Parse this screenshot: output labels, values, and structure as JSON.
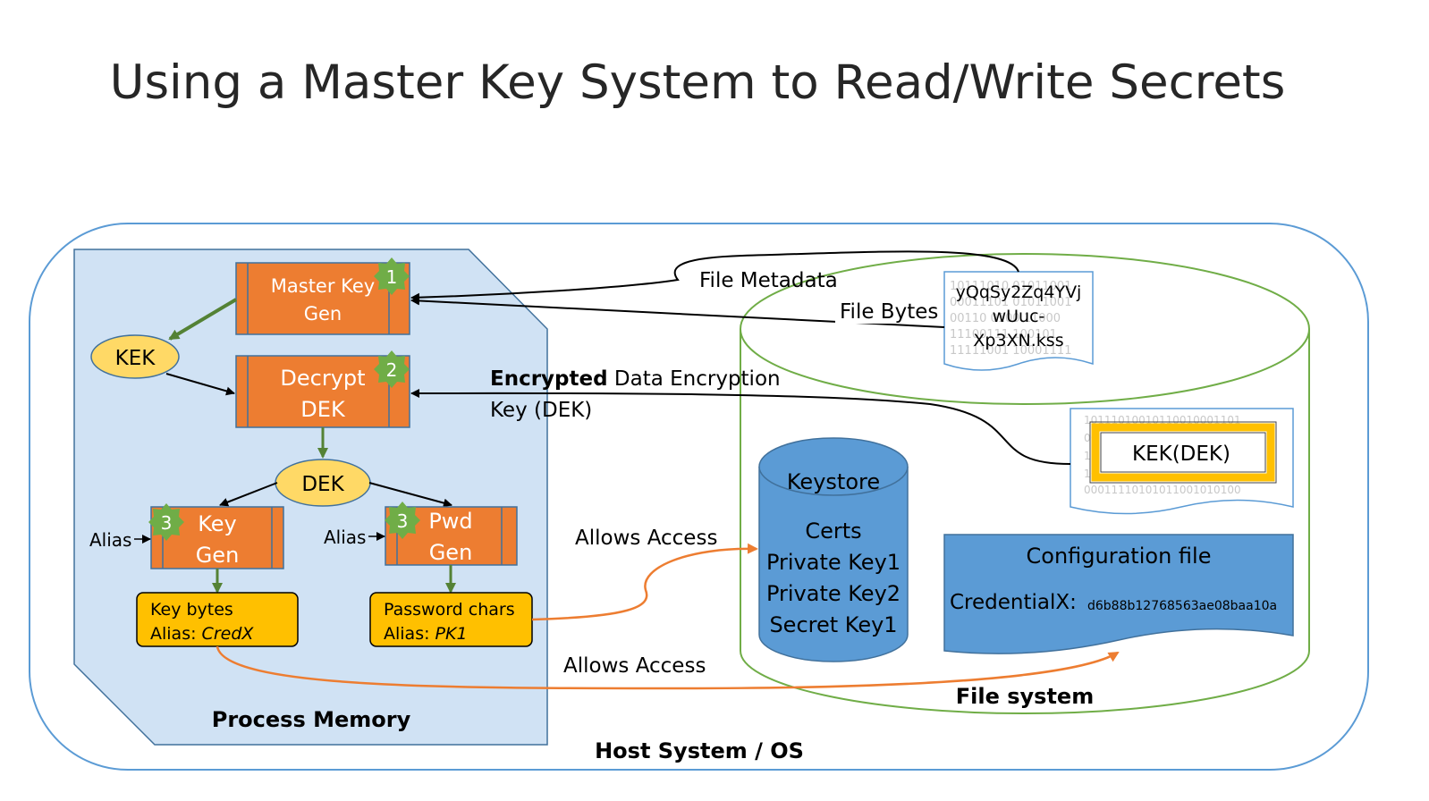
{
  "title": "Using a Master Key System to Read/Write Secrets",
  "colors": {
    "host_border": "#5b9bd5",
    "process_fill": "#d0e2f4",
    "process_border": "#41719c",
    "filesystem_border": "#70ad47",
    "orange_box": "#ed7d31",
    "yellow_box": "#ffc000",
    "ellipse_fill": "#ffd966",
    "keystore_fill": "#5b9bd5",
    "badge_green": "#70ad47",
    "orange_arrow": "#ed7d31",
    "green_arrow": "#548235"
  },
  "host": {
    "label": "Host System / OS"
  },
  "process_memory": {
    "label": "Process Memory",
    "master_key_gen": {
      "line1": "Master Key",
      "line2": "Gen",
      "badge": "1"
    },
    "decrypt_dek": {
      "line1": "Decrypt",
      "line2": "DEK",
      "badge": "2"
    },
    "kek": "KEK",
    "dek": "DEK",
    "key_gen": {
      "line1": "Key",
      "line2": "Gen",
      "badge": "3",
      "alias_label": "Alias"
    },
    "pwd_gen": {
      "line1": "Pwd",
      "line2": "Gen",
      "badge": "3",
      "alias_label": "Alias"
    },
    "key_bytes": {
      "line1": "Key bytes",
      "alias_prefix": "Alias: ",
      "alias_value": "CredX"
    },
    "password_chars": {
      "line1": "Password chars",
      "alias_prefix": "Alias: ",
      "alias_value": "PK1"
    }
  },
  "file_system": {
    "label": "File system",
    "kss_file": {
      "name_line1": "yQqSy2Zq4YVj",
      "name_line2": "wUuc-",
      "name_line3": "Xp3XN.kss",
      "binary": [
        "10111010 01011001",
        "00011101 01011001",
        "00110 0100 11000",
        "11100111 100101",
        "11111001 10001111"
      ]
    },
    "kek_dek_file": {
      "label": "KEK(DEK)",
      "binary": [
        "10111010010110010001101",
        "00111001001101110001100",
        "1110010110010110110111101",
        "10001111101110100101001",
        "00011110101011001010100"
      ]
    },
    "keystore": {
      "title": "Keystore",
      "items": [
        "Certs",
        "Private Key1",
        "Private Key2",
        "Secret Key1"
      ]
    },
    "config_file": {
      "title": "Configuration file",
      "key": "CredentialX:",
      "value": "d6b88b12768563ae08baa10a"
    }
  },
  "labels": {
    "file_metadata": "File Metadata",
    "file_bytes": "File Bytes",
    "encrypted_bold": "Encrypted",
    "encrypted_rest": " Data Encryption",
    "encrypted_line2": "Key (DEK)",
    "allows_access_1": "Allows Access",
    "allows_access_2": "Allows Access"
  }
}
